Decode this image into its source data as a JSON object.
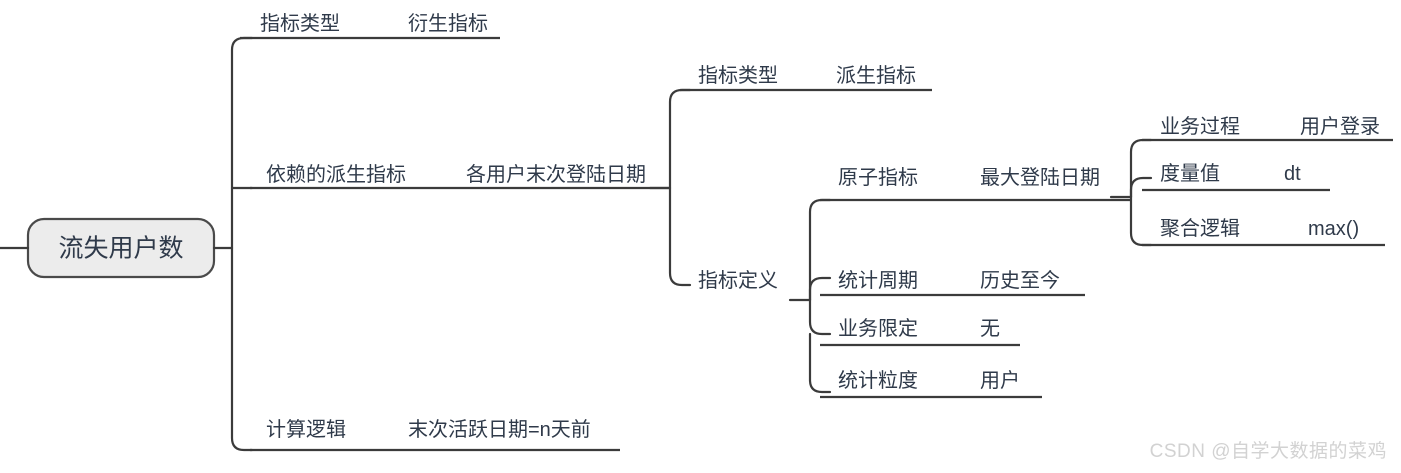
{
  "diagram": {
    "type": "mindmap",
    "root": {
      "label": "流失用户数"
    },
    "nodes": [
      {
        "key": "指标类型",
        "value": "衍生指标",
        "level": 1
      },
      {
        "key": "依赖的派生指标",
        "value": "各用户末次登陆日期",
        "level": 1
      },
      {
        "key": "计算逻辑",
        "value": "末次活跃日期=n天前",
        "level": 1
      },
      {
        "key": "指标类型",
        "value": "派生指标",
        "level": 2
      },
      {
        "key": "指标定义",
        "value": "",
        "level": 2
      },
      {
        "key": "原子指标",
        "value": "最大登陆日期",
        "level": 3
      },
      {
        "key": "统计周期",
        "value": "历史至今",
        "level": 3
      },
      {
        "key": "业务限定",
        "value": "无",
        "level": 3
      },
      {
        "key": "统计粒度",
        "value": "用户",
        "level": 3
      },
      {
        "key": "业务过程",
        "value": "用户登录",
        "level": 4
      },
      {
        "key": "度量值",
        "value": "dt",
        "level": 4
      },
      {
        "key": "聚合逻辑",
        "value": "max()",
        "level": 4
      }
    ]
  },
  "watermark": {
    "text": "CSDN @自学大数据的菜鸡"
  },
  "colors": {
    "line": "#3b3b3b",
    "text": "#2f3a4a",
    "root_fill": "#ececec",
    "root_stroke": "#4a4a4a",
    "watermark": "#d2d2d2"
  }
}
